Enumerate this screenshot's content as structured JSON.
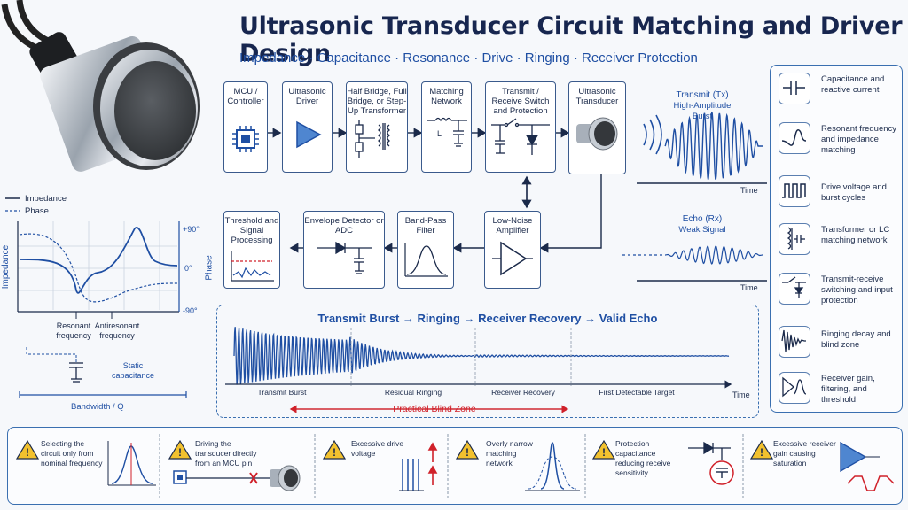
{
  "title": "Ultrasonic Transducer Circuit Matching and Driver Design",
  "subtitle": "Impedance · Capacitance · Resonance · Drive · Ringing · Receiver Protection",
  "tx_chain": [
    {
      "label": "MCU / Controller"
    },
    {
      "label": "Ultrasonic Driver"
    },
    {
      "label": "Half Bridge, Full Bridge, or Step-Up Transformer"
    },
    {
      "label": "Matching Network"
    },
    {
      "label": "Transmit / Receive Switch and Protection"
    },
    {
      "label": "Ultrasonic Transducer"
    }
  ],
  "rx_chain": [
    {
      "label": "Threshold and Signal Processing"
    },
    {
      "label": "Envelope Detector or ADC"
    },
    {
      "label": "Band-Pass Filter"
    },
    {
      "label": "Low-Noise Amplifier"
    }
  ],
  "tx_wave": {
    "title": "Transmit (Tx)",
    "caption": "High-Amplitude Burst",
    "axis": "Time"
  },
  "rx_wave": {
    "title": "Echo (Rx)",
    "caption": "Weak Signal",
    "axis": "Time"
  },
  "impedance_plot": {
    "legend_impedance": "Impedance",
    "legend_phase": "Phase",
    "ylabel_left": "Impedance",
    "ylabel_right": "Phase",
    "tick_top": "+90°",
    "tick_mid": "0°",
    "tick_bot": "-90°",
    "resonant": "Resonant frequency",
    "antiresonant": "Antiresonant frequency",
    "static_cap": "Static capacitance",
    "bandwidth": "Bandwidth / Q"
  },
  "timeline": {
    "header": "Transmit Burst → Ringing → Receiver Recovery → Valid Echo",
    "segments": [
      "Transmit Burst",
      "Residual Ringing",
      "Receiver Recovery",
      "First Detectable Target"
    ],
    "axis": "Time",
    "blind_zone": "Practical Blind Zone"
  },
  "side_items": [
    {
      "icon": "capacitor-icon",
      "text": "Capacitance and reactive current"
    },
    {
      "icon": "resonance-curve-icon",
      "text": "Resonant frequency and impedance matching"
    },
    {
      "icon": "pulse-train-icon",
      "text": "Drive voltage and burst cycles"
    },
    {
      "icon": "transformer-icon",
      "text": "Transformer or LC matching network"
    },
    {
      "icon": "switch-diode-icon",
      "text": "Transmit-receive switching and input protection"
    },
    {
      "icon": "ringing-decay-icon",
      "text": "Ringing decay and blind zone"
    },
    {
      "icon": "amplifier-filter-icon",
      "text": "Receiver gain, filtering, and threshold"
    }
  ],
  "warnings": [
    {
      "text": "Selecting the circuit only from nominal frequency"
    },
    {
      "text": "Driving the transducer directly from an MCU pin"
    },
    {
      "text": "Excessive drive voltage"
    },
    {
      "text": "Overly narrow matching network"
    },
    {
      "text": "Protection capacitance reducing receive sensitivity"
    },
    {
      "text": "Excessive receiver gain causing saturation"
    }
  ],
  "colors": {
    "navy": "#17264f",
    "blue": "#1f4fa3",
    "wave": "#1f4fa3",
    "red": "#d0212a",
    "warn": "#f2c12e"
  }
}
